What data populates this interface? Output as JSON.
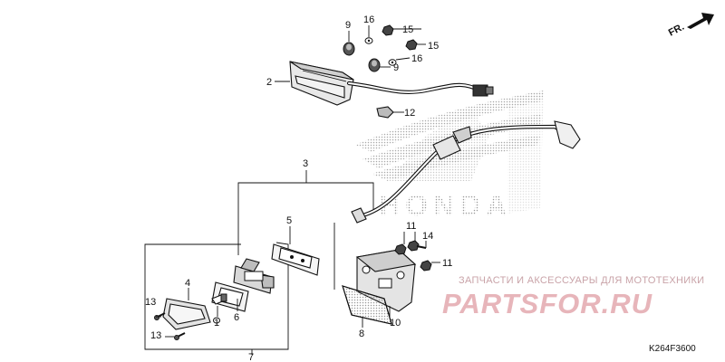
{
  "diagram": {
    "direction_label": "FR.",
    "code": "K264F3600",
    "brand_watermark": "HONDA"
  },
  "callouts": [
    {
      "id": "c9a",
      "label": "9"
    },
    {
      "id": "c16a",
      "label": "16"
    },
    {
      "id": "c15a",
      "label": "15"
    },
    {
      "id": "c15b",
      "label": "15"
    },
    {
      "id": "c16b",
      "label": "16"
    },
    {
      "id": "c9b",
      "label": "9"
    },
    {
      "id": "c2",
      "label": "2"
    },
    {
      "id": "c12",
      "label": "12"
    },
    {
      "id": "c3",
      "label": "3"
    },
    {
      "id": "c5",
      "label": "5"
    },
    {
      "id": "c11a",
      "label": "11"
    },
    {
      "id": "c14",
      "label": "14"
    },
    {
      "id": "c11b",
      "label": "11"
    },
    {
      "id": "c4",
      "label": "4"
    },
    {
      "id": "c1",
      "label": "1"
    },
    {
      "id": "c6",
      "label": "6"
    },
    {
      "id": "c13a",
      "label": "13"
    },
    {
      "id": "c13b",
      "label": "13"
    },
    {
      "id": "c8",
      "label": "8"
    },
    {
      "id": "c10",
      "label": "10"
    },
    {
      "id": "c7",
      "label": "7"
    }
  ],
  "watermark": {
    "tagline": "ЗАПЧАСТИ И АКСЕССУАРЫ ДЛЯ МОТОТЕХНИКИ",
    "logo": "PARTSFOR.RU"
  }
}
